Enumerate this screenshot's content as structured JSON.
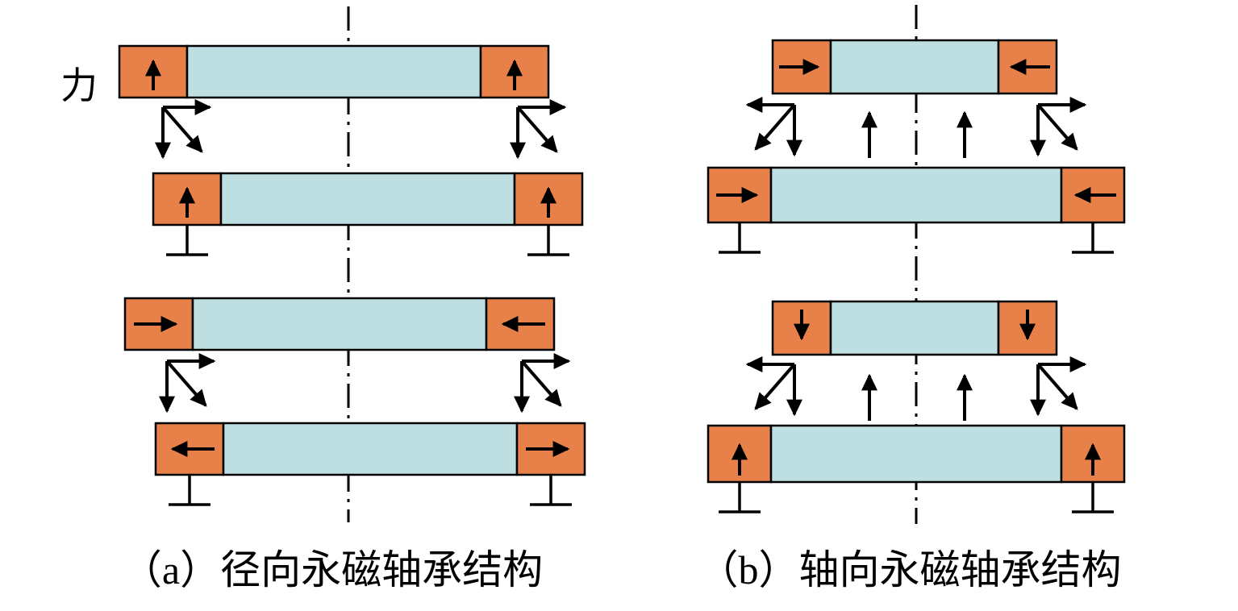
{
  "figure": {
    "force_label": "力",
    "captions": {
      "a": "（a）径向永磁轴承结构",
      "b": "（b）轴向永磁轴承结构"
    }
  },
  "colors": {
    "magnet-end": "#e8804a",
    "magnet-body": "#bedfe2",
    "ink": "#000000",
    "background": "#ffffff"
  },
  "diagram": {
    "panels": [
      {
        "id": "a",
        "bearing_type": "radial-permanent-magnet-bearing",
        "caption": "（a）径向永磁轴承结构",
        "pairs": [
          {
            "upper_ring_magnetization": [
              "up",
              "up"
            ],
            "lower_ring_magnetization": [
              "up",
              "up"
            ],
            "force_decomposition_arrows": [
              "right",
              "down",
              "down-right"
            ],
            "lower_ring_grounded": true
          },
          {
            "upper_ring_magnetization": [
              "right",
              "left"
            ],
            "lower_ring_magnetization": [
              "left",
              "right"
            ],
            "force_decomposition_arrows": [
              "right",
              "down",
              "down-right"
            ],
            "lower_ring_grounded": true
          }
        ]
      },
      {
        "id": "b",
        "bearing_type": "axial-permanent-magnet-bearing",
        "caption": "（b）轴向永磁轴承结构",
        "pairs": [
          {
            "upper_ring_magnetization": [
              "right",
              "left"
            ],
            "lower_ring_magnetization": [
              "right",
              "left"
            ],
            "axial_force_arrows": [
              "up",
              "up"
            ],
            "force_decomposition_arrows_left": [
              "left",
              "down",
              "down-left"
            ],
            "force_decomposition_arrows_right": [
              "right",
              "down",
              "down-right"
            ],
            "lower_ring_grounded": true
          },
          {
            "upper_ring_magnetization": [
              "down",
              "down"
            ],
            "lower_ring_magnetization": [
              "up",
              "up"
            ],
            "axial_force_arrows": [
              "up",
              "up"
            ],
            "force_decomposition_arrows_left": [
              "left",
              "down",
              "down-left"
            ],
            "force_decomposition_arrows_right": [
              "right",
              "down",
              "down-right"
            ],
            "lower_ring_grounded": true
          }
        ]
      }
    ]
  }
}
